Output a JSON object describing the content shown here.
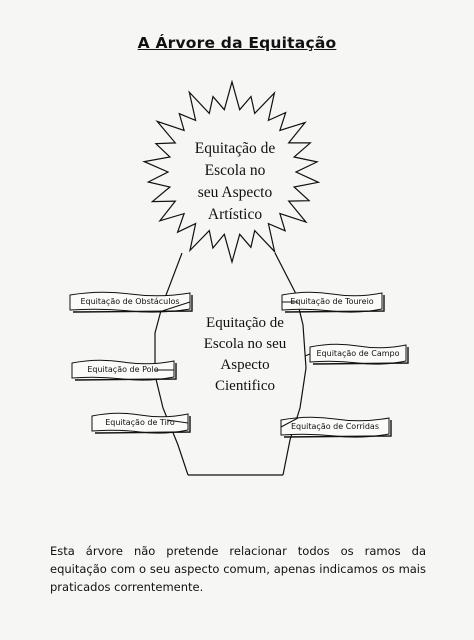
{
  "title": "A Árvore da Equitação",
  "crown": {
    "lines": [
      "Equitação de",
      "Escola no",
      "seu Aspecto",
      "Artístico"
    ]
  },
  "trunk": {
    "lines": [
      "Equitação de",
      "Escola  no seu",
      "Aspecto",
      "Cientifico"
    ]
  },
  "branches": {
    "left": [
      "Equitação de Obstáculos",
      "Equitação de Polo",
      "Equitação de Tiro"
    ],
    "right": [
      "Equitação de Toureio",
      "Equitação de Campo",
      "Equitação de Corridas"
    ]
  },
  "caption": "Esta árvore não pretende relacionar todos os ramos da equitação com o seu aspecto comum, apenas indicamos os mais praticados correntemente.",
  "colors": {
    "ink": "#111111",
    "paper": "#f6f6f4"
  }
}
